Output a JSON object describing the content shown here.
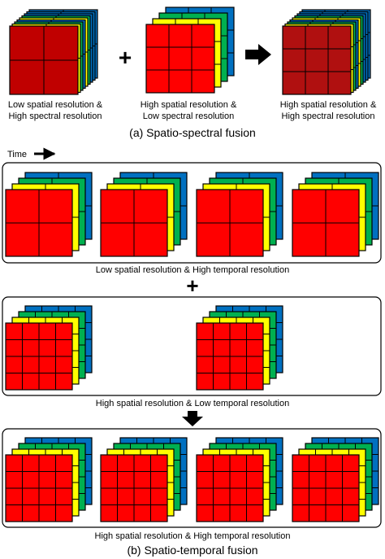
{
  "part_a": {
    "label_low_spatial": [
      "Low spatial resolution &",
      "High spectral resolution"
    ],
    "label_high_spatial": [
      "High spatial resolution &",
      "Low spectral resolution"
    ],
    "label_fused": [
      "High spatial resolution &",
      "High spectral resolution"
    ],
    "plus": "+",
    "caption": "(a) Spatio-spectral fusion"
  },
  "part_b": {
    "time_label": "Time",
    "row1_label": "Low spatial resolution & High temporal resolution",
    "plus": "+",
    "row2_label": "High spatial resolution & Low temporal resolution",
    "row3_label": "High spatial resolution & High temporal resolution",
    "caption": "(b) Spatio-temporal fusion"
  },
  "colors": {
    "front_red": "#ff0000",
    "front_dark_red": "#c00000",
    "front_deep_red": "#b01010",
    "layer_yellow": "#ffff00",
    "layer_green": "#00b050",
    "layer_blue": "#0070c0"
  }
}
